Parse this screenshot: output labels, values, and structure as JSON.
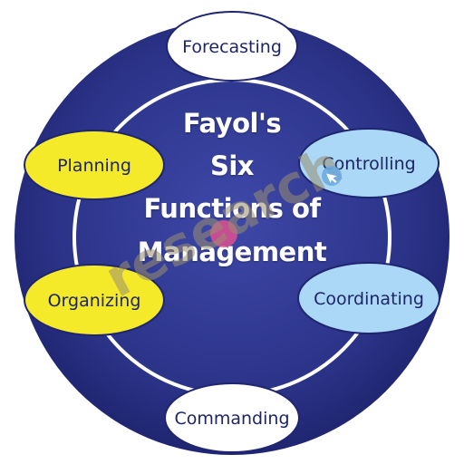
{
  "center": {
    "line1": "Fayol's",
    "line2": "Six",
    "line3": "Functions of",
    "line4": "Management"
  },
  "nodes": {
    "forecasting": "Forecasting",
    "planning": "Planning",
    "controlling": "Controlling",
    "organizing": "Organizing",
    "coordinating": "Coordinating",
    "commanding": "Commanding"
  },
  "watermark": {
    "text": "research"
  },
  "colors": {
    "disc_center": "#3a43a0",
    "disc_edge": "#1f2570",
    "yellow": "#f4ea2a",
    "light_blue": "#aad8f6",
    "white": "#ffffff",
    "label_text": "#1e2566",
    "watermark_dot": "#e9508f"
  }
}
